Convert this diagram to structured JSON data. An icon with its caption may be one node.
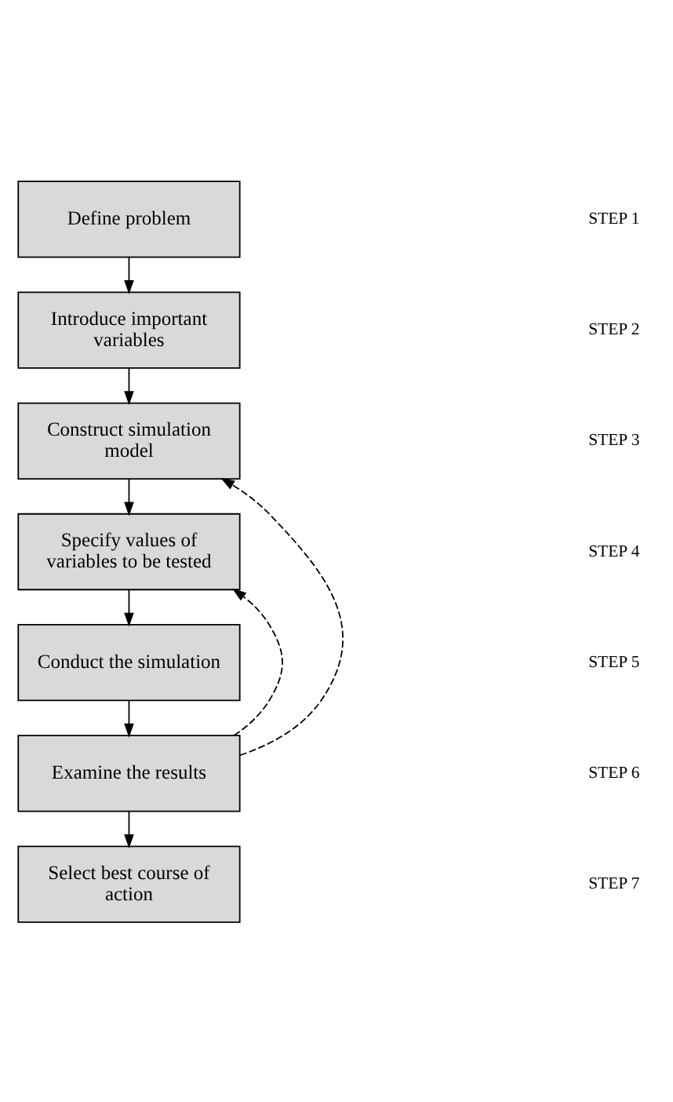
{
  "diagram": {
    "nodes": [
      {
        "text": [
          "Define problem"
        ]
      },
      {
        "text": [
          "Introduce important variables"
        ]
      },
      {
        "text": [
          "Construct simulation model"
        ]
      },
      {
        "text": [
          "Specify values of variables to be tested"
        ]
      },
      {
        "text": [
          "Conduct the simulation"
        ]
      },
      {
        "text": [
          "Examine the results"
        ]
      },
      {
        "text": [
          "Select best course of action"
        ]
      }
    ],
    "edges": [
      {
        "from": 0,
        "to": 1,
        "arrow": "to"
      },
      {
        "from": 1,
        "to": 2,
        "arrow": "to"
      },
      {
        "from": 2,
        "to": 3,
        "arrow": "to"
      },
      {
        "from": 3,
        "to": 4,
        "arrow": "to"
      },
      {
        "from": 4,
        "to": 5,
        "arrow": "to"
      },
      {
        "from": 5,
        "to": 6,
        "arrow": "to"
      },
      {
        "from": 5,
        "to": 2,
        "arrow": "to",
        "style": "dashed"
      },
      {
        "from": 5,
        "to": 3,
        "arrow": "to",
        "style": "dashed"
      }
    ],
    "labels": [
      "STEP 1",
      "STEP 2",
      "STEP 3",
      "STEP 4",
      "STEP 5",
      "STEP 6",
      "STEP 7"
    ]
  }
}
